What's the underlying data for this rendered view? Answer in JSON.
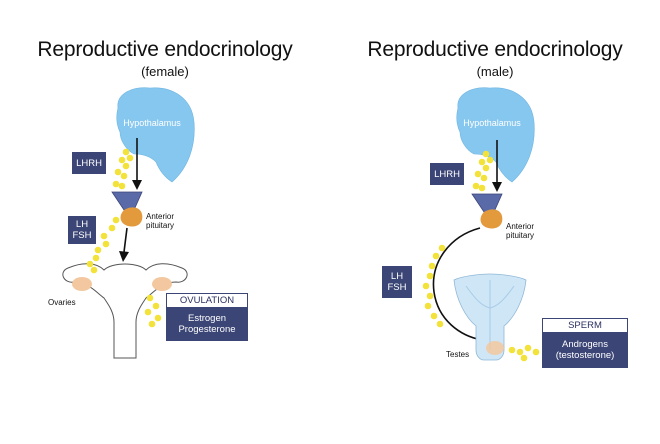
{
  "female": {
    "title": "Reproductive endocrinology",
    "subtitle": "(female)",
    "hypothalamus": "Hypothalamus",
    "lhrh": "LHRH",
    "lh": "LH",
    "fsh": "FSH",
    "anterior": "Anterior",
    "pituitary": "pituitary",
    "ovaries": "Ovaries",
    "result_title": "OVULATION",
    "result_line1": "Estrogen",
    "result_line2": "Progesterone"
  },
  "male": {
    "title": "Reproductive endocrinology",
    "subtitle": "(male)",
    "hypothalamus": "Hypothalamus",
    "lhrh": "LHRH",
    "lh": "LH",
    "fsh": "FSH",
    "anterior": "Anterior",
    "pituitary": "pituitary",
    "testes": "Testes",
    "result_title": "SPERM",
    "result_line1": "Androgens",
    "result_line2": "(testosterone)"
  },
  "colors": {
    "hypothalamus": "#86c7f0",
    "box": "#3b4576",
    "hormone_dots": "#f2e23a",
    "pituitary_posterior": "#5a6aa8",
    "pituitary_anterior": "#e39a3c",
    "ovary": "#f3c8a0",
    "uterus_fill": "#ffffff",
    "prostate": "#cfe6f6"
  }
}
